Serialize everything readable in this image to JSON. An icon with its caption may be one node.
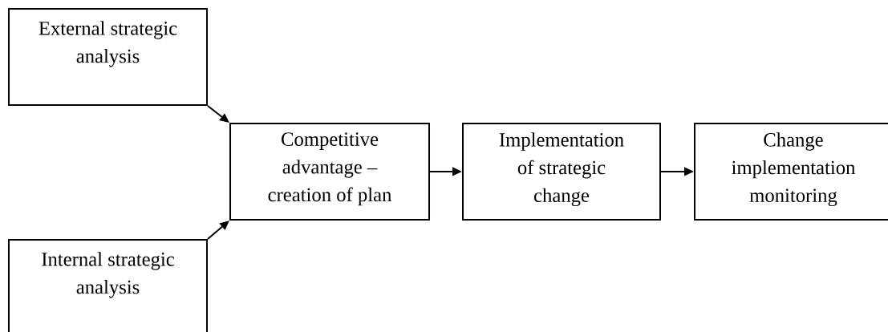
{
  "diagram": {
    "nodes": [
      {
        "text": [
          "External strategic analysis"
        ]
      },
      {
        "text": [
          "Internal strategic analysis"
        ]
      },
      {
        "text": [
          "Competitive advantage – creation of plan"
        ]
      },
      {
        "text": [
          "Implementation of strategic change"
        ]
      },
      {
        "text": [
          "Change implementation monitoring"
        ]
      }
    ],
    "edges": [
      {
        "from": 0,
        "to": 2,
        "arrow": "to"
      },
      {
        "from": 1,
        "to": 2,
        "arrow": "to"
      },
      {
        "from": 2,
        "to": 3,
        "arrow": "to"
      },
      {
        "from": 3,
        "to": 4,
        "arrow": "to"
      }
    ]
  }
}
